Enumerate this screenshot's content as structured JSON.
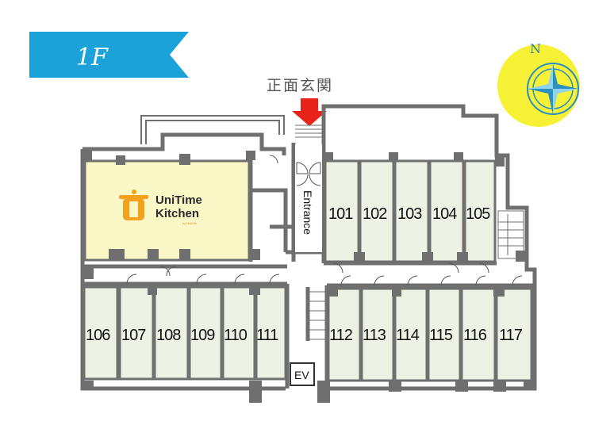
{
  "floor": {
    "label": "1F",
    "banner_color": "#1aa2d9"
  },
  "entrance": {
    "label_jp": "正面玄関",
    "label_en": "Entrance",
    "arrow_color": "#e8231a"
  },
  "compass": {
    "north_label": "N",
    "circle_color": "#f7f135",
    "needle_color": "#2a8fc1"
  },
  "restaurant": {
    "brand_line1": "UniTime",
    "brand_line2": "Kitchen",
    "brand_small": "by UniLife",
    "area_color": "#fbf8c8",
    "logo_color": "#f4a21e"
  },
  "rooms_north": [
    "101",
    "102",
    "103",
    "104",
    "105"
  ],
  "rooms_south_west": [
    "106",
    "107",
    "108",
    "109",
    "110",
    "111"
  ],
  "rooms_south_east": [
    "112",
    "113",
    "114",
    "115",
    "116",
    "117"
  ],
  "elevator": {
    "label": "EV"
  },
  "colors": {
    "wall": "#6f6f6f",
    "room_fill": "#ecf2e4"
  }
}
